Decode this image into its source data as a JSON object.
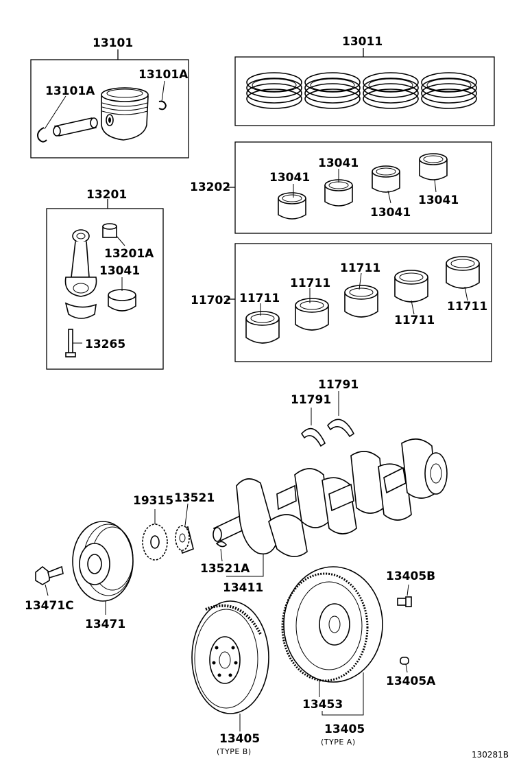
{
  "labels": {
    "piston_set": "13101",
    "piston_pin_ring_left": "13101A",
    "piston_pin_ring_right": "13101A",
    "ring_set": "13011",
    "conrod_bearing_set": "13202",
    "conrod_bearing_1": "13041",
    "conrod_bearing_2": "13041",
    "conrod_bearing_3": "13041",
    "conrod_bearing_4": "13041",
    "conrod_assy": "13201",
    "conrod_bush": "13201A",
    "conrod_bearing": "13041",
    "conrod_bolt": "13265",
    "main_bearing_set": "11702",
    "main_bearing_1": "11711",
    "main_bearing_2": "11711",
    "main_bearing_3": "11711",
    "main_bearing_4": "11711",
    "main_bearing_5": "11711",
    "thrust_washer_left": "11791",
    "thrust_washer_right": "11791",
    "timing_rotor": "19315",
    "crank_timing_gear": "13521",
    "key": "13521A",
    "crankshaft": "13411",
    "pulley_bolt": "13471C",
    "crank_pulley": "13471",
    "flywheel_bolt": "13405B",
    "flywheel_pin": "13405A",
    "ring_gear": "13453",
    "flywheel_type_b": "13405",
    "type_b": "(TYPE B)",
    "flywheel_type_a": "13405",
    "type_a": "(TYPE A)",
    "catalog_code": "130281B"
  }
}
